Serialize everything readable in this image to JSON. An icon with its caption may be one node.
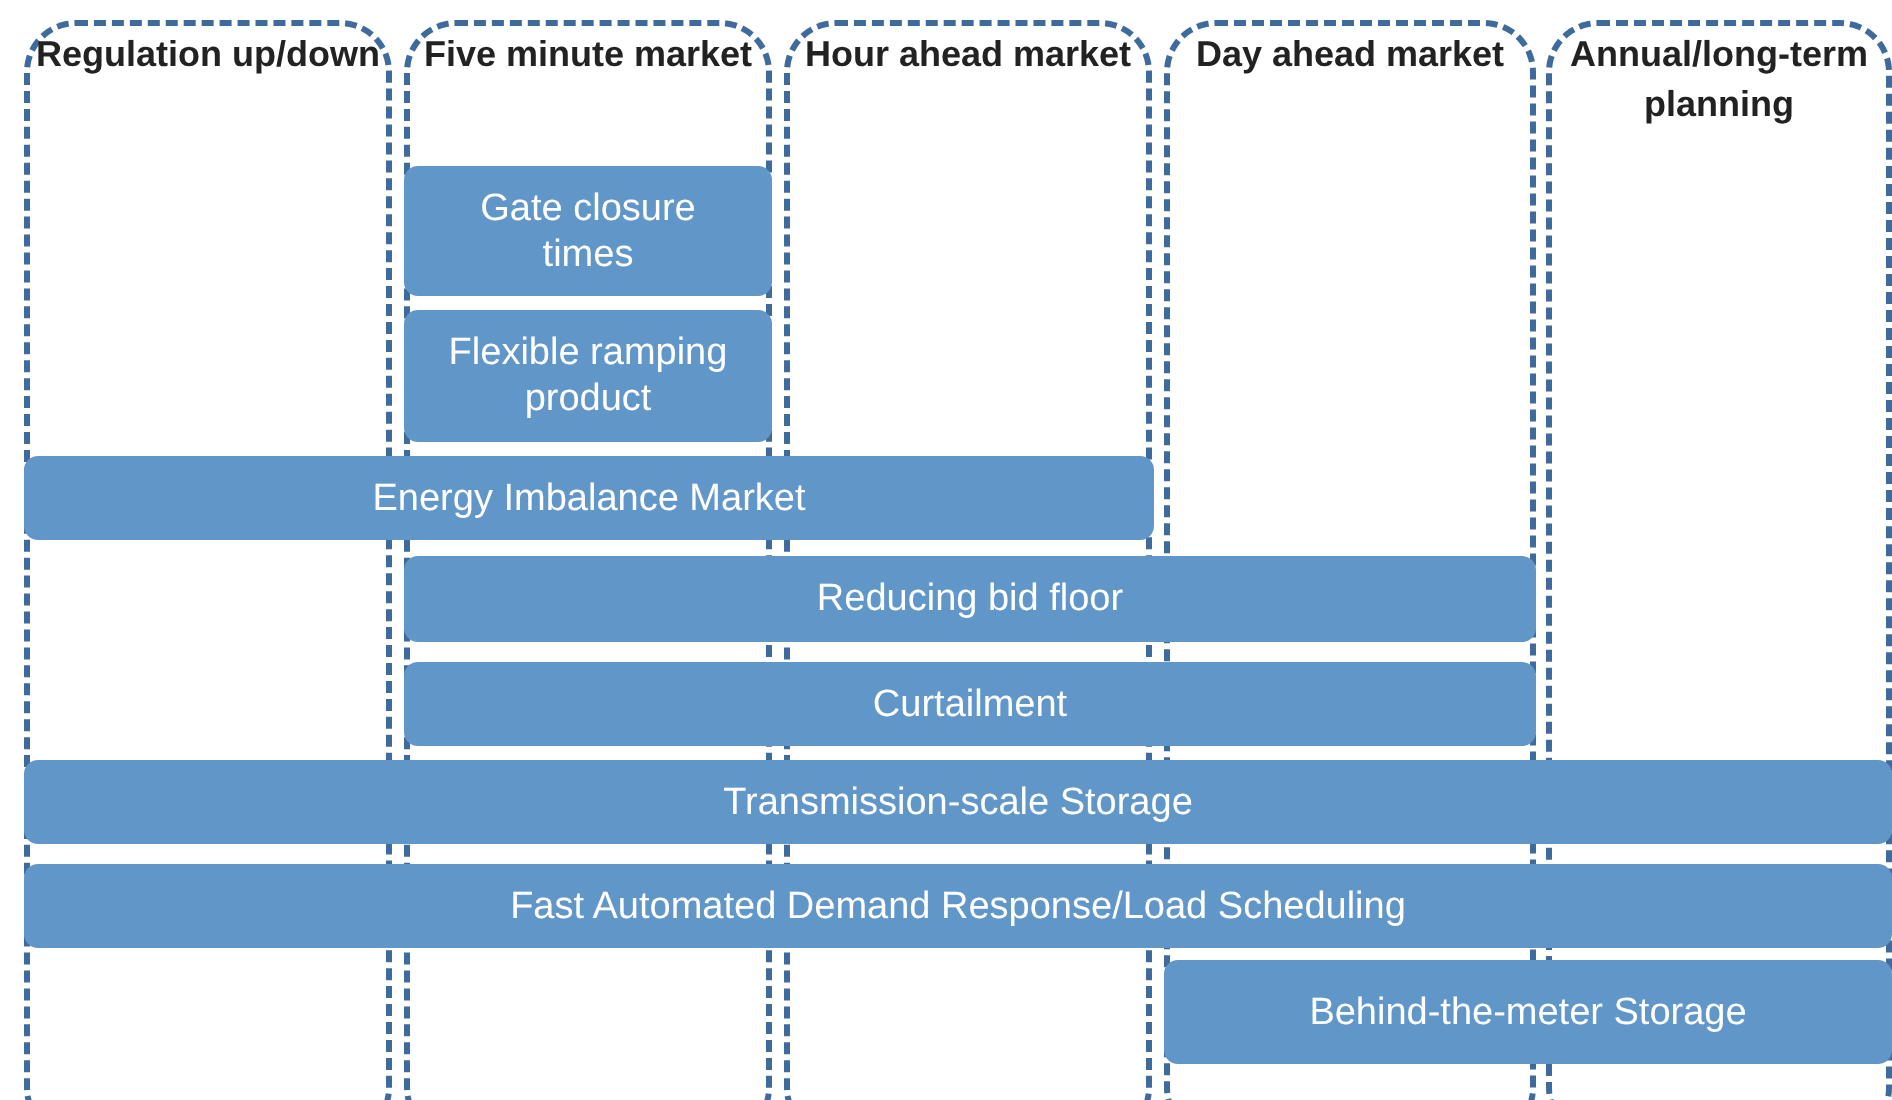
{
  "diagram": {
    "nodes": [
      {
        "text": [
          "Regulation up/down"
        ]
      },
      {
        "text": [
          "Five minute market"
        ]
      },
      {
        "text": [
          "Hour ahead market"
        ]
      },
      {
        "text": [
          "Day ahead market"
        ]
      },
      {
        "text": [
          "Annual/long-term planning"
        ]
      },
      {
        "text": [
          "Gate closure times"
        ],
        "in": 1
      },
      {
        "text": [
          "Flexible ramping product"
        ],
        "in": 1
      },
      {
        "text": [
          "Energy Imbalance Market"
        ]
      },
      {
        "text": [
          "Reducing bid floor"
        ]
      },
      {
        "text": [
          "Curtailment"
        ]
      },
      {
        "text": [
          "Transmission-scale Storage"
        ]
      },
      {
        "text": [
          "Fast Automated Demand Response/Load Scheduling"
        ]
      },
      {
        "text": [
          "Behind-the-meter Storage"
        ]
      }
    ]
  }
}
